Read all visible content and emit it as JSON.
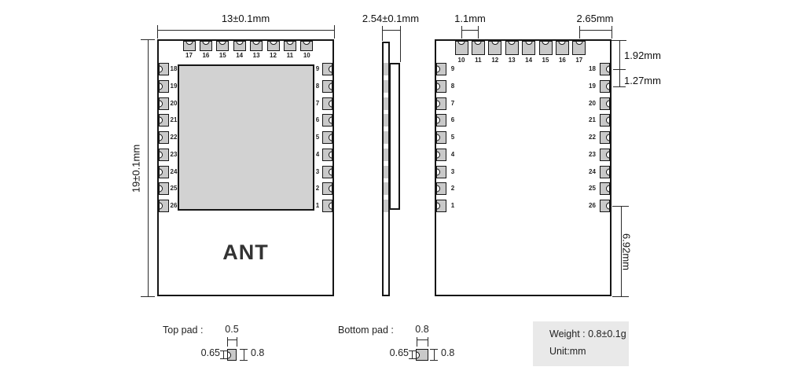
{
  "diagram": {
    "colors": {
      "pad_gray": "#c9c9c9",
      "shield_gray": "#d2d2d2",
      "outline": "#161616",
      "info_box_bg": "#e9e9e9"
    },
    "front_view": {
      "ant_label": "ANT",
      "width_dim": "13±0.1mm",
      "height_dim": "19±0.1mm",
      "top_pins": [
        "17",
        "16",
        "15",
        "14",
        "13",
        "12",
        "11",
        "10"
      ],
      "left_pins": [
        "18",
        "19",
        "20",
        "21",
        "22",
        "23",
        "24",
        "25",
        "26"
      ],
      "right_pins": [
        "9",
        "8",
        "7",
        "6",
        "5",
        "4",
        "3",
        "2",
        "1"
      ]
    },
    "side_view": {
      "thickness_dim": "2.54±0.1mm"
    },
    "back_view": {
      "pitch_dim": "1.1mm",
      "corner_dim": "2.65mm",
      "edge_to_pin18_dim": "1.92mm",
      "pin_pitch_dim": "1.27mm",
      "pin26_to_bottom_dim": "6.92mm",
      "top_pins": [
        "10",
        "11",
        "12",
        "13",
        "14",
        "15",
        "16",
        "17"
      ],
      "left_pins": [
        "9",
        "8",
        "7",
        "6",
        "5",
        "4",
        "3",
        "2",
        "1"
      ],
      "right_pins": [
        "18",
        "19",
        "20",
        "21",
        "22",
        "23",
        "24",
        "25",
        "26"
      ]
    },
    "pad_details": {
      "top_pad": {
        "label": "Top pad :",
        "width": "0.5",
        "height": "0.65",
        "length": "0.8"
      },
      "bottom_pad": {
        "label": "Bottom pad :",
        "width": "0.8",
        "height": "0.65",
        "length": "0.8"
      }
    },
    "info_box": {
      "weight": "Weight : 0.8±0.1g",
      "unit": "Unit:mm"
    }
  }
}
